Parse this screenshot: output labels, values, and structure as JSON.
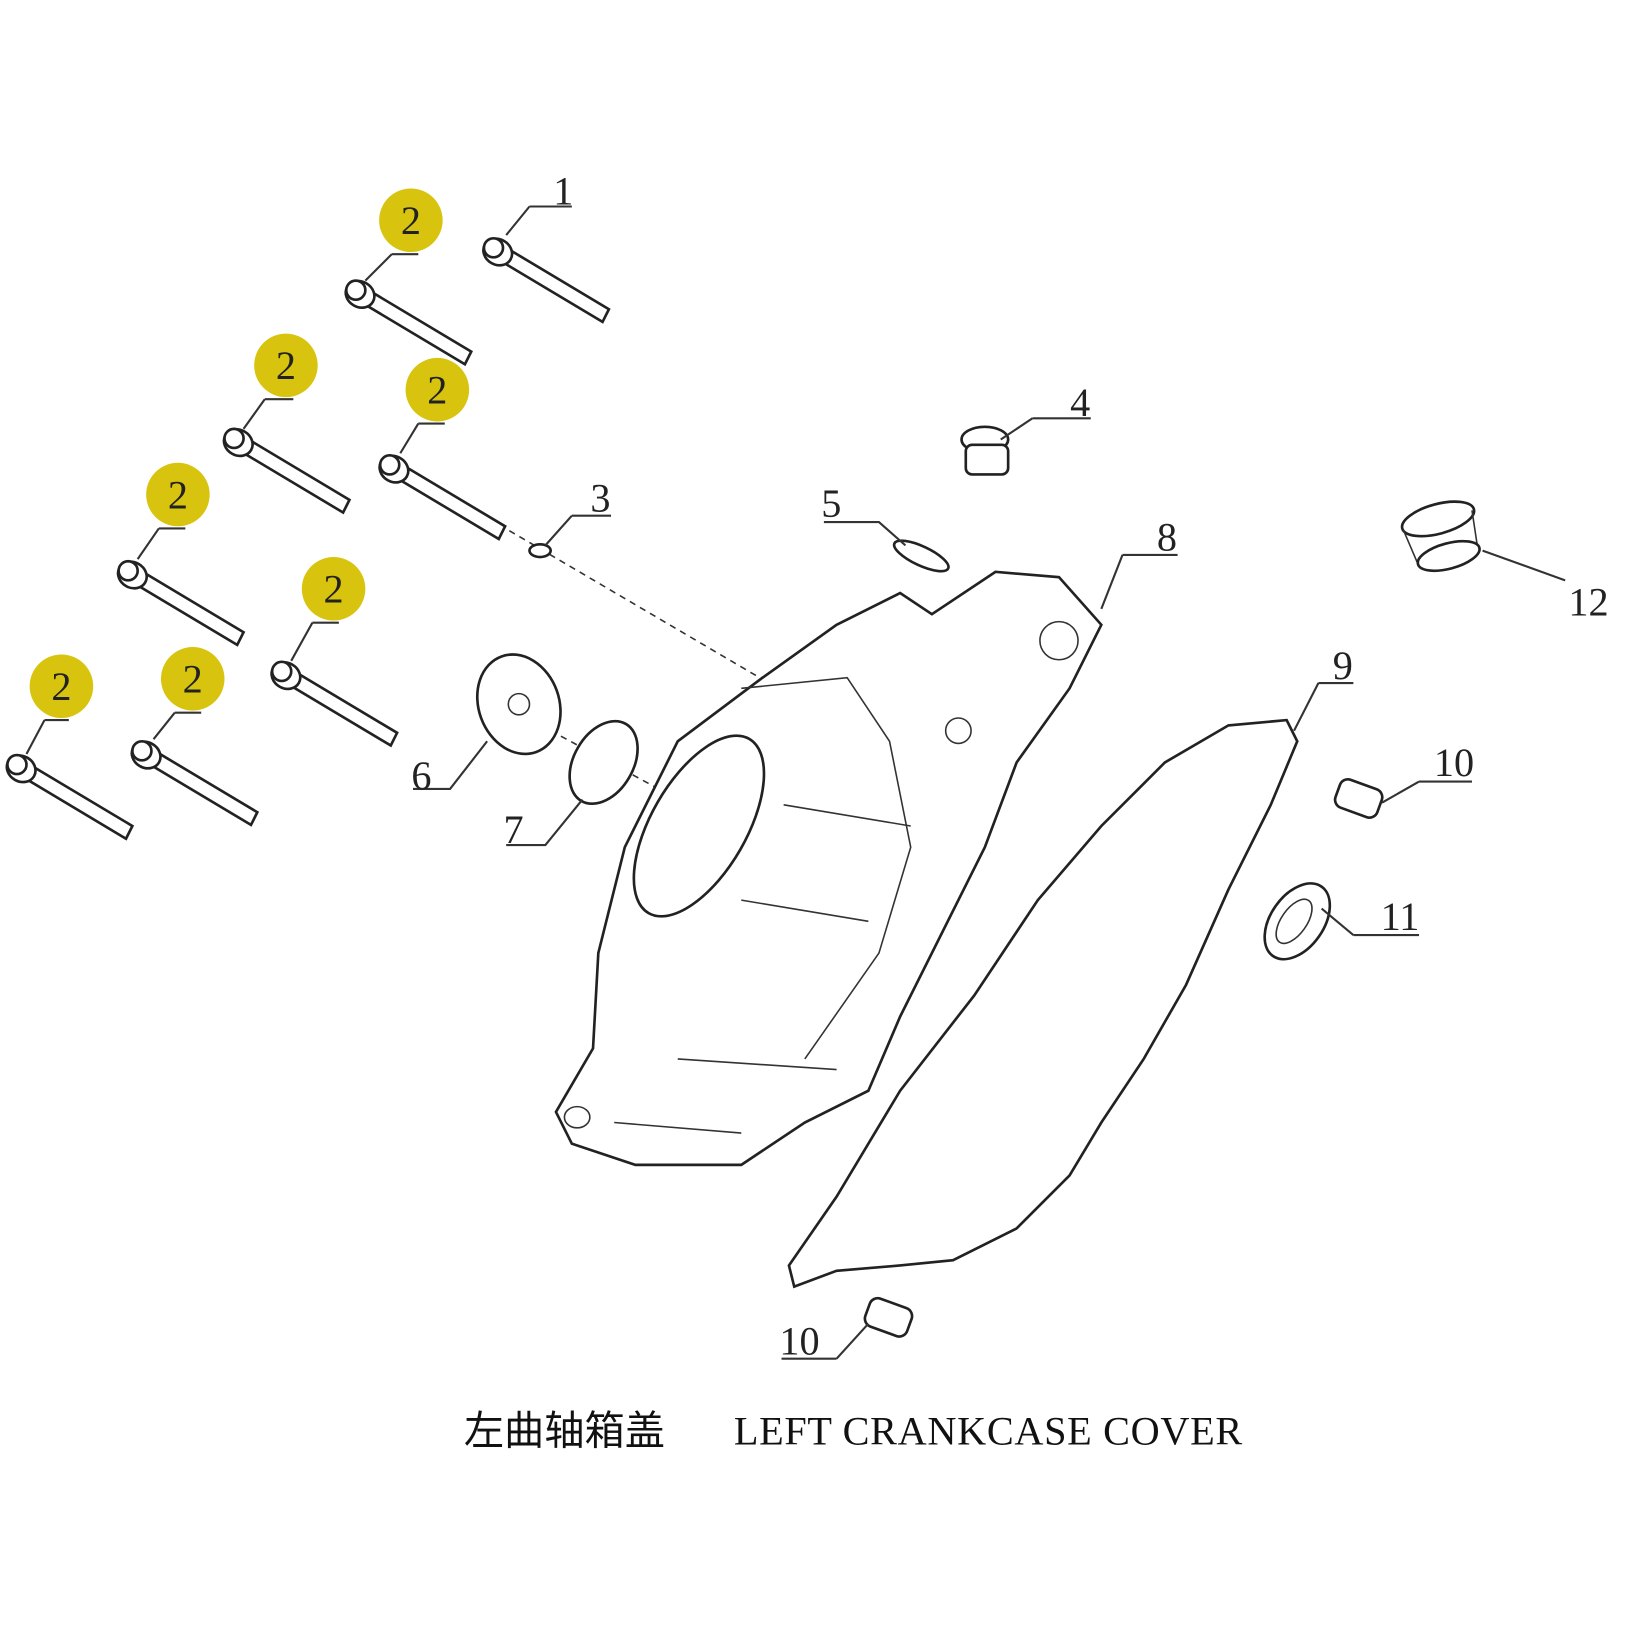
{
  "diagram": {
    "caption_cn": "左曲轴箱盖",
    "caption_en": "LEFT CRANKCASE COVER",
    "highlight_color": "#d8c40e",
    "callouts": [
      {
        "id": "c1",
        "text": "1",
        "highlighted": false
      },
      {
        "id": "c2a",
        "text": "2",
        "highlighted": true
      },
      {
        "id": "c2b",
        "text": "2",
        "highlighted": true
      },
      {
        "id": "c2c",
        "text": "2",
        "highlighted": true
      },
      {
        "id": "c2d",
        "text": "2",
        "highlighted": true
      },
      {
        "id": "c2e",
        "text": "2",
        "highlighted": true
      },
      {
        "id": "c2f",
        "text": "2",
        "highlighted": true
      },
      {
        "id": "c2g",
        "text": "2",
        "highlighted": true
      },
      {
        "id": "c3",
        "text": "3",
        "highlighted": false
      },
      {
        "id": "c4",
        "text": "4",
        "highlighted": false
      },
      {
        "id": "c5",
        "text": "5",
        "highlighted": false
      },
      {
        "id": "c6",
        "text": "6",
        "highlighted": false
      },
      {
        "id": "c7",
        "text": "7",
        "highlighted": false
      },
      {
        "id": "c8",
        "text": "8",
        "highlighted": false
      },
      {
        "id": "c9",
        "text": "9",
        "highlighted": false
      },
      {
        "id": "c10a",
        "text": "10",
        "highlighted": false
      },
      {
        "id": "c10b",
        "text": "10",
        "highlighted": false
      },
      {
        "id": "c11",
        "text": "11",
        "highlighted": false
      },
      {
        "id": "c12",
        "text": "12",
        "highlighted": false
      }
    ]
  }
}
